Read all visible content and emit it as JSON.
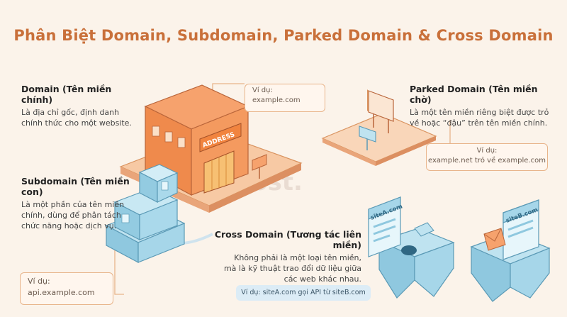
{
  "title": "Phân Biệt Domain, Subdomain, Parked Domain & Cross Domain",
  "domain": {
    "heading": "Domain (Tên miền chính)",
    "line1": "Là địa chỉ gốc, định danh",
    "line2": "chính thức cho một website.",
    "note_label": "Ví dụ:",
    "note_value": "example.com"
  },
  "subdomain": {
    "heading": "Subdomain (Tên miền con)",
    "line1": "Là một phần của tên miền",
    "line2": "chính, dùng để phân tách",
    "line3": "chức năng hoặc dịch vụ.",
    "note_label": "Ví dụ:",
    "note_value": "api.example.com"
  },
  "parked": {
    "heading": "Parked Domain (Tên miền chờ)",
    "line1": "Là một tên miền riêng biệt được trỏ",
    "line2": "về hoặc “đậu” trên tên miền chính.",
    "note_label": "Ví dụ:",
    "note_value": "example.net trỏ về example.com"
  },
  "cross": {
    "heading": "Cross Domain (Tương tác liên miền)",
    "line1": "Không phải là một loại tên miền,",
    "line2": "mà là kỹ thuật trao đổi dữ liệu giữa",
    "line3": "các web khác nhau.",
    "note": "Ví dụ: siteA.com gọi API từ siteB.com"
  },
  "illustration": {
    "address_sign": "ADDRESS",
    "site_a": "siteA.com",
    "site_b": "siteB.com",
    "watermark": "host."
  },
  "colors": {
    "accent": "#c9703a",
    "building_orange": "#f08a4b",
    "subdomain_blue": "#9cd2e6",
    "background": "#fbf3ea"
  }
}
